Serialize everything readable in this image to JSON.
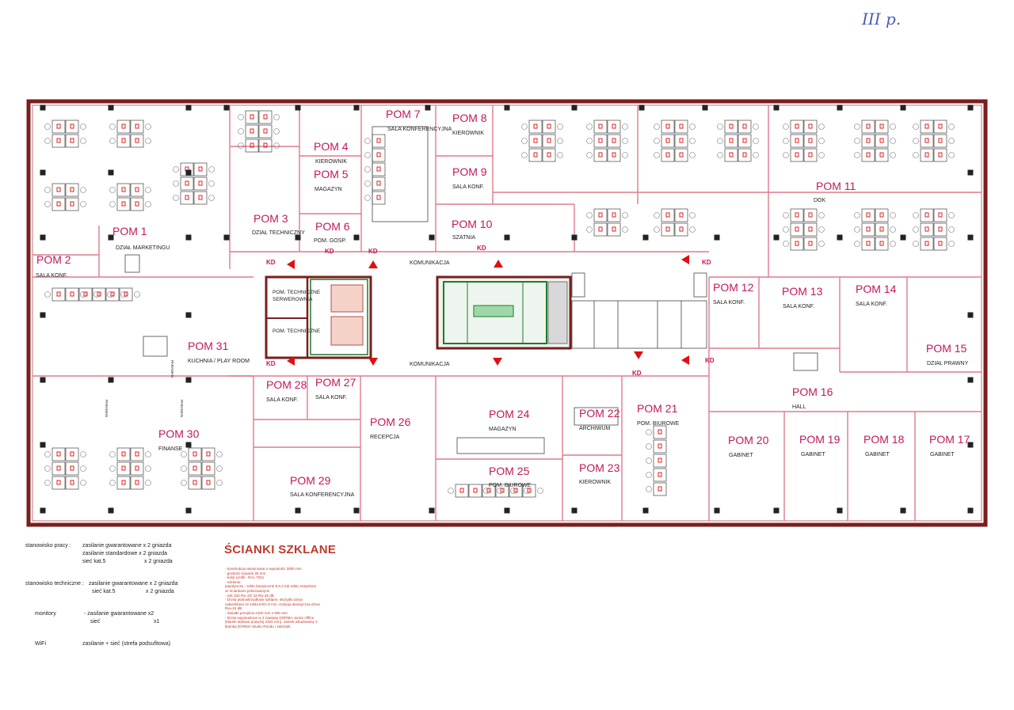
{
  "floor_mark": "III p.",
  "labels": {
    "kd": "KD",
    "komunikacja_top": "KOMUNIKACJA",
    "komunikacja_bottom": "KOMUNIKACJA",
    "server_room": "POM. TECHNICZNE SERWEROWNIA",
    "tech_room": "POM. TECHNICZNE",
    "parawan": "PARAWAN"
  },
  "rooms": [
    {
      "num": "POM 1",
      "desc": "DZIAŁ MARKETINGU"
    },
    {
      "num": "POM 2",
      "desc": "SALA KONF."
    },
    {
      "num": "POM 3",
      "desc": "DZIAŁ TECHNICZNY"
    },
    {
      "num": "POM 4",
      "desc": "KIEROWNIK"
    },
    {
      "num": "POM 5",
      "desc": "MAGAZYN"
    },
    {
      "num": "POM 6",
      "desc": "POM. GOSP."
    },
    {
      "num": "POM 7",
      "desc": "SALA KONFERENCYJNA"
    },
    {
      "num": "POM 8",
      "desc": "KIEROWNIK"
    },
    {
      "num": "POM 9",
      "desc": "SALA KONF."
    },
    {
      "num": "POM 10",
      "desc": "SZATNIA"
    },
    {
      "num": "POM 11",
      "desc": "DOK"
    },
    {
      "num": "POM 12",
      "desc": "SALA KONF."
    },
    {
      "num": "POM 13",
      "desc": "SALA KONF."
    },
    {
      "num": "POM 14",
      "desc": "SALA KONF."
    },
    {
      "num": "POM 15",
      "desc": "DZIAŁ PRAWNY"
    },
    {
      "num": "POM 16",
      "desc": "HALL"
    },
    {
      "num": "POM 17",
      "desc": "GABINET"
    },
    {
      "num": "POM 18",
      "desc": "GABINET"
    },
    {
      "num": "POM 19",
      "desc": "GABINET"
    },
    {
      "num": "POM 20",
      "desc": "GABINET"
    },
    {
      "num": "POM 21",
      "desc": "POM. BIUROWE"
    },
    {
      "num": "POM 22",
      "desc": "ARCHIWUM"
    },
    {
      "num": "POM 23",
      "desc": "KIEROWNIK"
    },
    {
      "num": "POM 24",
      "desc": "MAGAZYN"
    },
    {
      "num": "POM 25",
      "desc": "POM. BIUROWE"
    },
    {
      "num": "POM 26",
      "desc": "RECEPCJA"
    },
    {
      "num": "POM 27",
      "desc": "SALA KONF."
    },
    {
      "num": "POM 28",
      "desc": "SALA KONF."
    },
    {
      "num": "POM 29",
      "desc": "SALA KONFERENCYJNA"
    },
    {
      "num": "POM 30",
      "desc": "FINANSE"
    },
    {
      "num": "POM 31",
      "desc": "KUCHNIA / PLAY ROOM"
    }
  ],
  "legend": {
    "stanowisko_pracy": "stanowisko pracy :",
    "sp1": "zasilanie gwarantowane  x 2 gniazda",
    "sp2": "zasilanie standardowe     x 2 gniazda",
    "sp3": "sieć kat.5",
    "sp3v": "x 2 gniazda",
    "stanowisko_techniczne": "stanowisko techniczne :",
    "st1": "zasilanie gwarantowane x 2 gniazda",
    "st2": "sieć kat.5",
    "st2v": "x 2 gniazda",
    "monitory": "monitory",
    "m1": "- zasilanie gwarantowane  x2",
    "m2": "sieć",
    "m2v": "x1",
    "wifi": "WiFi",
    "w1": "zasilanie + sieć (strefa podsufitowa)"
  },
  "glass": {
    "title": "ŚCIANKI SZKLANE",
    "notes": [
      "- konstrukcja aluminiowa o wysokości 3000 mm",
      "- grubość ścianek 35 mm",
      "- kolor profili - RAL 7021",
      "- szklenie:",
      "pojedyncze - szkło bezpieczne 8.8.2 lub szkło zespolone",
      "ze ściankami polerowanymi",
      "- szk 100 Rw 44/ 23 Rw 26 dB",
      "- Drzwi jednoskrzydłowe szklane, skrzydło drzwi",
      "całoszklane ze szkła ESG 8 mm, izolacja akustyczna drzwi",
      "Rw=24 dB.",
      "- Światło przejścia 2100 mm x 900 mm",
      "- Drzwi wyposażone w 2 zawiasy DORMA Junior Office",
      "(klamki stalowe powyżej 2400 mm), zamek wbudowany 2",
      "klamką DORMA Studio Rondo i zatrzask."
    ]
  },
  "colors": {
    "label": "#c2185b",
    "wall": "#7a1e1e",
    "partition": "#e07a8a",
    "desk": "#444444",
    "outlet": "#e02020",
    "column": "#222222",
    "arrow": "#e01010",
    "stair": "#1f7a2e"
  }
}
